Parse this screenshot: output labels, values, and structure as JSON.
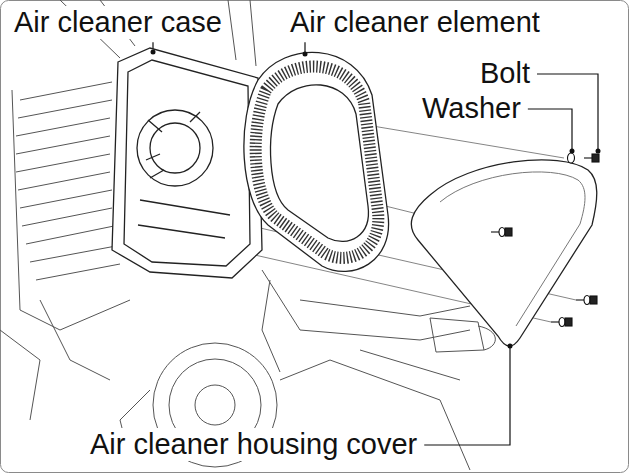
{
  "diagram": {
    "labels": [
      "Air cleaner case",
      "Air cleaner element",
      "Bolt",
      "Washer",
      "Air cleaner housing cover"
    ]
  }
}
